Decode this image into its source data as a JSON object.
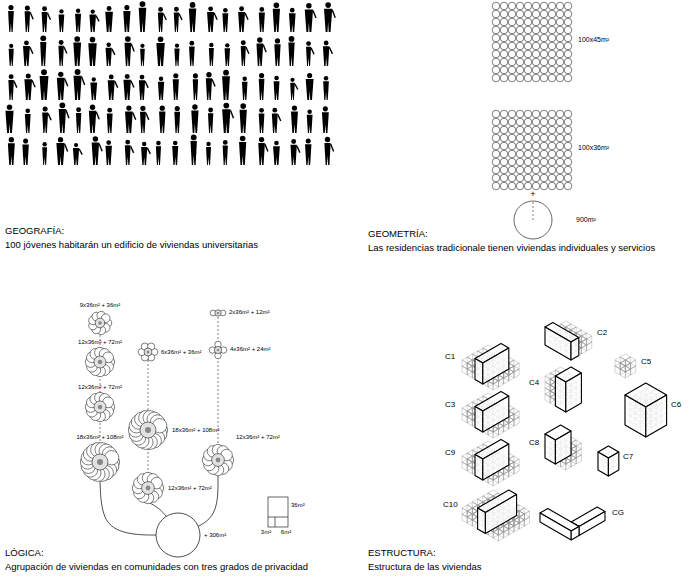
{
  "diagram": {
    "labels": [
      "GEOGRAFÍA:",
      "100 jóvenes habitarán un edificio de viviendas universitarias",
      "100x45m²",
      "100x36m²",
      "+",
      "900m²",
      "GEOMETRÍA:",
      "Las residencias tradicionale tienen viviendas individuales y servicios",
      "9x36m² + 36m²",
      "12x36m² + 72m²",
      "12x36m² + 72m²",
      "18x36m² + 108m²",
      "6x36m² + 36m²",
      "18x36m² + 108m²",
      "12x36m² + 72m²",
      "2x36m² + 12m²",
      "4x36m² + 24m²",
      "12x36m² + 72m²",
      "+ 306m²",
      "36m²",
      "3m²",
      "6m²",
      "LÓGICA:",
      "Agrupación de viviendas en comunidades con tres grados de privacidad",
      "C1",
      "C2",
      "C3",
      "C4",
      "C5",
      "C6",
      "C7",
      "C8",
      "C9",
      "C10",
      "CG",
      "ESTRUCTURA:",
      "Estructura de las viviendas"
    ]
  }
}
